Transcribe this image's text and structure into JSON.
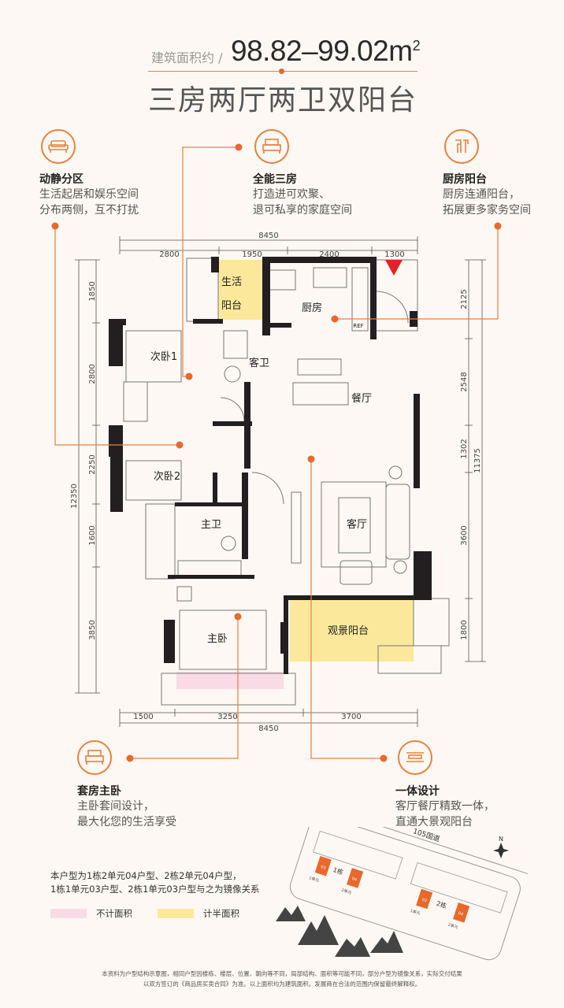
{
  "header": {
    "area_label": "建筑面积约 /",
    "area_value": "98.82–99.02m",
    "area_unit_sup": "2",
    "layout_title": "三房两厅两卫双阳台"
  },
  "features": [
    {
      "icon": "sofa-icon",
      "title": "动静分区",
      "lines": [
        "生活起居和娱乐空间",
        "分布两侧，互不打扰"
      ]
    },
    {
      "icon": "bed-icon",
      "title": "全能三房",
      "lines": [
        "打造进可欢聚、",
        "退可私享的家庭空间"
      ]
    },
    {
      "icon": "kitchen-icon",
      "title": "厨房阳台",
      "lines": [
        "厨房连通阳台，",
        "拓展更多家务空间"
      ]
    },
    {
      "icon": "bed-icon",
      "title": "套房主卧",
      "lines": [
        "主卧套间设计，",
        "最大化您的生活享受"
      ]
    },
    {
      "icon": "table-icon",
      "title": "一体设计",
      "lines": [
        "客厅餐厅精致一体，",
        "直通大景观阳台"
      ]
    }
  ],
  "plan": {
    "rooms": {
      "balcony_service": "生活\n阳台",
      "balcony_service_1": "生活",
      "balcony_service_2": "阳台",
      "kitchen": "厨房",
      "ref": "REF",
      "bedroom1": "次卧1",
      "guest_bath": "客卫",
      "dining": "餐厅",
      "bedroom2": "次卧2",
      "master_bath": "主卫",
      "living": "客厅",
      "master_bedroom": "主卧",
      "view_balcony": "观景阳台"
    },
    "dims_top_total": "8450",
    "dims_top": [
      "2800",
      "1950",
      "2400",
      "1300"
    ],
    "dims_left_total": "12350",
    "dims_left": [
      "1850",
      "2800",
      "2250",
      "1600",
      "3850"
    ],
    "dims_right_total": "11375",
    "dims_right": [
      "2125",
      "2548",
      "1302",
      "3600",
      "1800"
    ],
    "dims_bottom_total": "8450",
    "dims_bottom": [
      "1500",
      "3250",
      "3700"
    ]
  },
  "site_map": {
    "road": "105国道",
    "north": "N",
    "building1": "1栋",
    "building2": "2栋",
    "unit1": "1单元",
    "unit2": "2单元",
    "unit03": "03",
    "unit04": "04"
  },
  "note": [
    "本户型为1栋2单元04户型、2栋2单元04户型，",
    "1栋1单元03户型、2栋1单元03户型与之为镜像关系"
  ],
  "legend": [
    {
      "label": "不计面积",
      "color": "#f9dbe6"
    },
    {
      "label": "计半面积",
      "color": "#fbe89a"
    }
  ],
  "disclaimer": [
    "本资料为户型结构示意图，相同户型因楼栋、楼层、位置、朝向等不同，局部结构、面积等可能不同，部分户型为镜像关系，实际交付结果",
    "以双方签订的《商品房买卖合同》为准。以上面积均为建筑面积。发展商在合法的范围内保留最终解释权。"
  ],
  "colors": {
    "accent": "#e8692b",
    "wall": "#231f20",
    "half_area": "#fbe89a",
    "excluded_area": "#f9dbe6",
    "entry_marker": "#e8202a"
  }
}
